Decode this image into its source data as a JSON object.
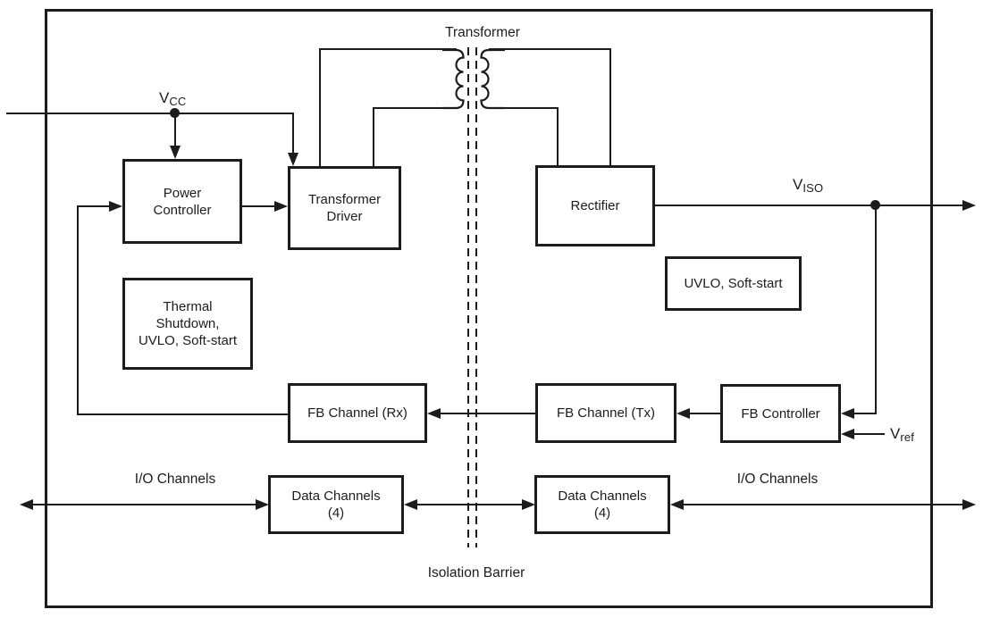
{
  "diagram": {
    "transformer_label": "Transformer",
    "isolation_barrier_label": "Isolation Barrier",
    "io_channels_left": "I/O Channels",
    "io_channels_right": "I/O Channels",
    "vcc": {
      "base": "V",
      "sub": "CC"
    },
    "viso": {
      "base": "V",
      "sub": "ISO"
    },
    "vref": {
      "base": "V",
      "sub": "ref"
    },
    "blocks": {
      "power_controller": {
        "line1": "Power",
        "line2": "Controller"
      },
      "transformer_driver": {
        "line1": "Transformer",
        "line2": "Driver"
      },
      "rectifier": {
        "line1": "Rectifier"
      },
      "uvlo_soft_start": {
        "line1": "UVLO, Soft-start"
      },
      "thermal_shutdown": {
        "line1": "Thermal",
        "line2": "Shutdown,",
        "line3": "UVLO, Soft-start"
      },
      "fb_channel_rx": {
        "line1": "FB Channel (Rx)"
      },
      "fb_channel_tx": {
        "line1": "FB Channel (Tx)"
      },
      "fb_controller": {
        "line1": "FB Controller"
      },
      "data_channels_left": {
        "line1": "Data Channels",
        "line2": "(4)"
      },
      "data_channels_right": {
        "line1": "Data Channels",
        "line2": "(4)"
      }
    },
    "colors": {
      "line": "#1c1c1c",
      "background": "#ffffff"
    }
  }
}
